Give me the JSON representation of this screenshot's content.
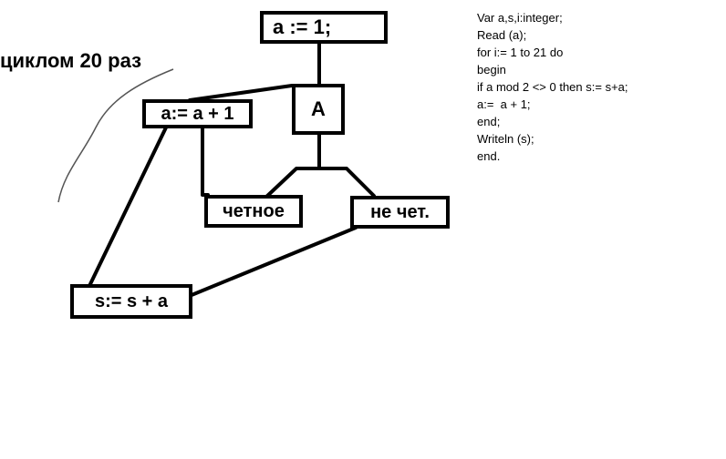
{
  "diagram": {
    "side_label": "циклом 20 раз",
    "nodes": {
      "init": "a := 1;",
      "condition": "A",
      "increment": "a:= a + 1",
      "even": "четное",
      "odd": "не чет.",
      "sum": "s:= s + a"
    }
  },
  "code": {
    "lines": [
      "Var a,s,i:integer;",
      "Read (a);",
      "for i:= 1 to 21 do",
      "begin",
      "if a mod 2 <> 0 then s:= s+a;",
      "a:=  a + 1;",
      "end;",
      "Writeln (s);",
      "end."
    ]
  },
  "colors": {
    "stroke": "#000000",
    "background": "#ffffff"
  }
}
